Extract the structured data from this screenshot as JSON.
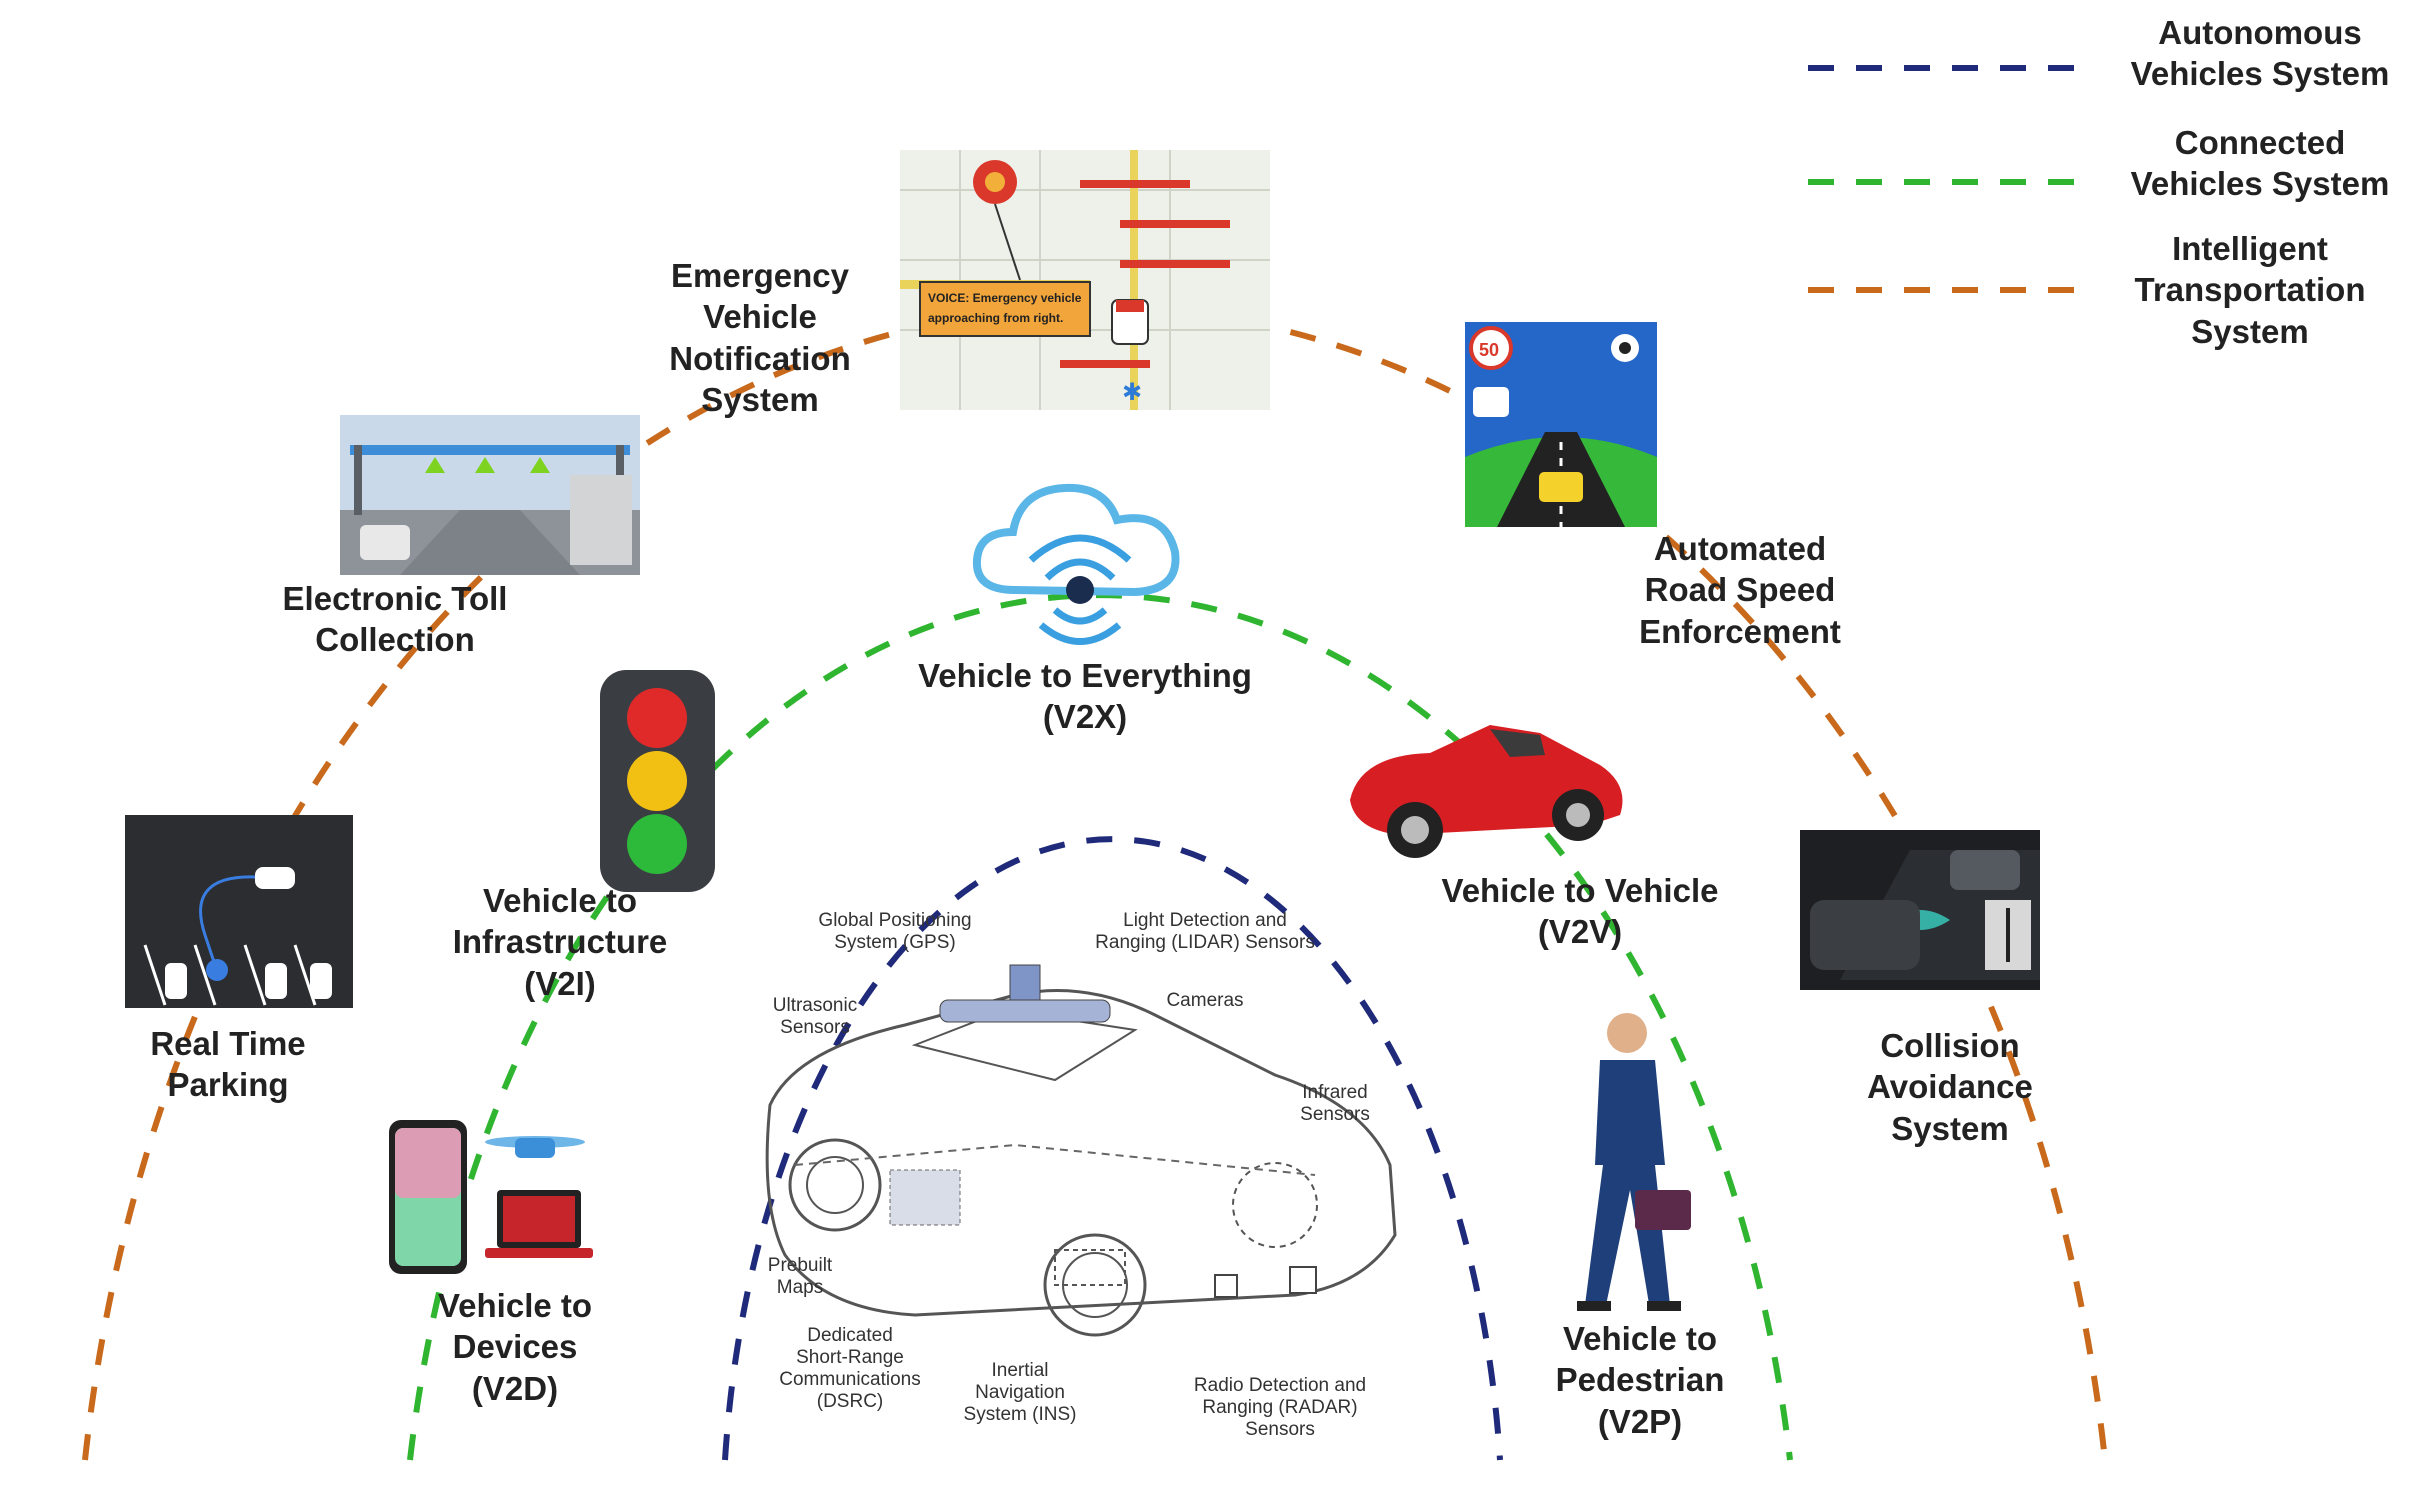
{
  "legend": [
    {
      "key": "autonomous",
      "lines": [
        "Autonomous",
        "Vehicles System"
      ],
      "color": "#1f2a7a"
    },
    {
      "key": "connected",
      "lines": [
        "Connected",
        "Vehicles System"
      ],
      "color": "#2fb52f"
    },
    {
      "key": "intelligent",
      "lines": [
        "Intelligent",
        "Transportation",
        "System"
      ],
      "color": "#c8691c"
    }
  ],
  "its_apps": {
    "emergency": [
      "Emergency",
      "Vehicle",
      "Notification",
      "System"
    ],
    "emergency_sign": [
      "VOICE: Emergency vehicle",
      "approaching from right."
    ],
    "toll": [
      "Electronic Toll",
      "Collection"
    ],
    "speed": [
      "Automated",
      "Road Speed",
      "Enforcement"
    ],
    "speed_limit": "50",
    "parking": [
      "Real Time",
      "Parking"
    ],
    "collision": [
      "Collision",
      "Avoidance",
      "System"
    ]
  },
  "connectivity": {
    "v2x": [
      "Vehicle to Everything",
      "(V2X)"
    ],
    "v2i": [
      "Vehicle to",
      "Infrastructure",
      "(V2I)"
    ],
    "v2v": [
      "Vehicle to Vehicle",
      "(V2V)"
    ],
    "v2d": [
      "Vehicle to",
      "Devices",
      "(V2D)"
    ],
    "v2p": [
      "Vehicle to",
      "Pedestrian",
      "(V2P)"
    ]
  },
  "sensors": {
    "gps": [
      "Global Positioning",
      "System (GPS)"
    ],
    "lidar": [
      "Light Detection and",
      "Ranging (LIDAR) Sensors"
    ],
    "ultrasonic": [
      "Ultrasonic",
      "Sensors"
    ],
    "cameras": [
      "Cameras"
    ],
    "infrared": [
      "Infrared",
      "Sensors"
    ],
    "maps": [
      "Prebuilt",
      "Maps"
    ],
    "dsrc": [
      "Dedicated",
      "Short-Range",
      "Communications",
      "(DSRC)"
    ],
    "ins": [
      "Inertial",
      "Navigation",
      "System (INS)"
    ],
    "radar": [
      "Radio Detection and",
      "Ranging (RADAR)",
      "Sensors"
    ]
  }
}
